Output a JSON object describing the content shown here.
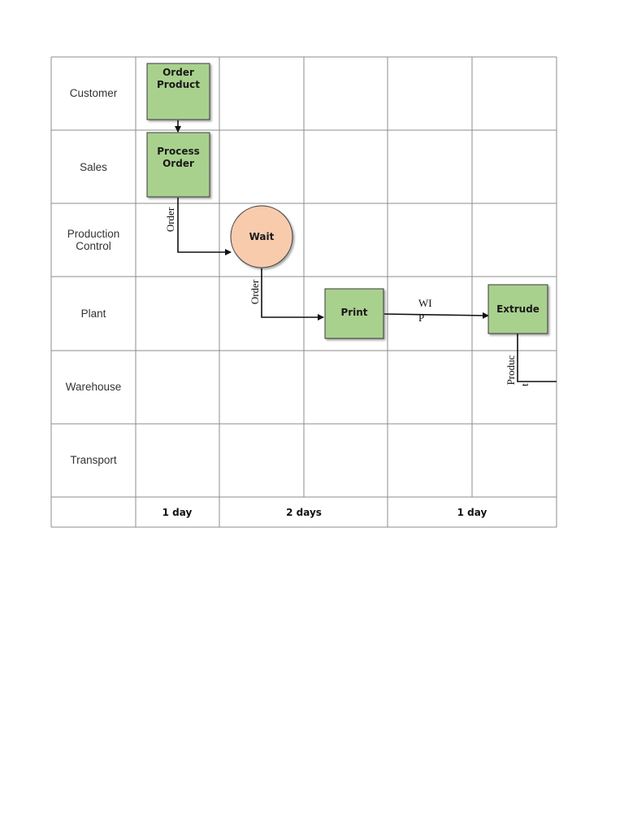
{
  "lanes": [
    "Customer",
    "Sales",
    "Production Control",
    "Plant",
    "Warehouse",
    "Transport"
  ],
  "durations": [
    "1 day",
    "2 days",
    "1 day"
  ],
  "steps": {
    "order_product": [
      "Order",
      "Product"
    ],
    "process_order": [
      "Process",
      "Order"
    ],
    "wait": "Wait",
    "print": "Print",
    "extrude": "Extrude"
  },
  "flows": {
    "order_1": "Order",
    "order_2": "Order",
    "wip": [
      "WI",
      "P"
    ],
    "product": [
      "Produc",
      "t"
    ]
  },
  "colors": {
    "process_fill": "#a9d18e",
    "process_stroke": "#3a3a3a",
    "wait_fill": "#f8cbad",
    "grid": "#8c8c8c"
  }
}
